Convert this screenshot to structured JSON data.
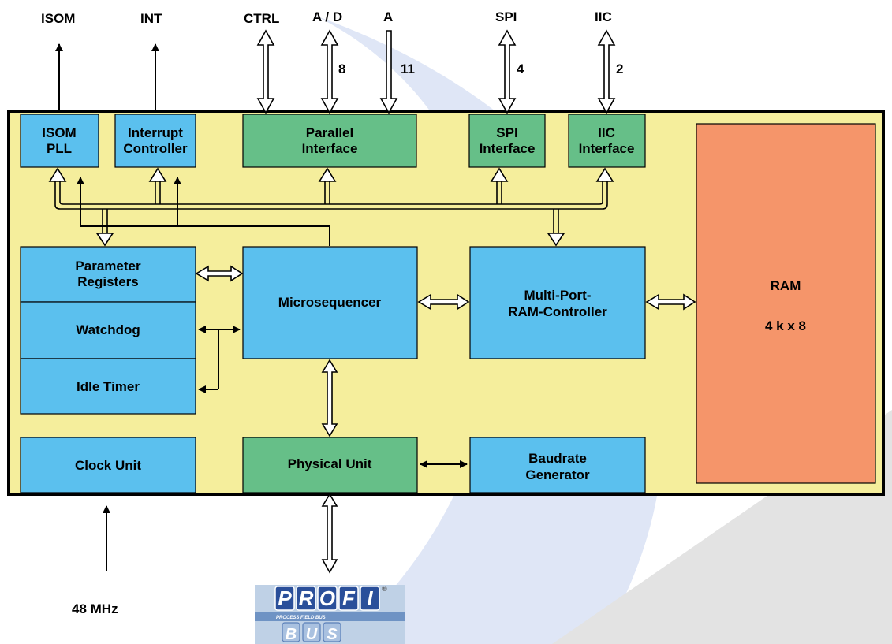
{
  "signals": {
    "isom": "ISOM",
    "int": "INT",
    "ctrl": "CTRL",
    "ad": "A / D",
    "a": "A",
    "spi": "SPI",
    "iic": "IIC",
    "clock_in": "48 MHz"
  },
  "bus_widths": {
    "ad": "8",
    "a": "11",
    "spi": "4",
    "iic": "2"
  },
  "blocks": {
    "isom_pll": [
      "ISOM",
      "PLL"
    ],
    "interrupt_controller": [
      "Interrupt",
      "Controller"
    ],
    "parallel_interface": [
      "Parallel",
      "Interface"
    ],
    "spi_interface": [
      "SPI",
      "Interface"
    ],
    "iic_interface": [
      "IIC",
      "Interface"
    ],
    "parameter_registers": [
      "Parameter",
      "Registers"
    ],
    "watchdog": "Watchdog",
    "idle_timer": "Idle Timer",
    "microsequencer": "Microsequencer",
    "multi_port_ram_controller": [
      "Multi-Port-",
      "RAM-Controller"
    ],
    "ram": "RAM",
    "ram_size": "4 k x 8",
    "clock_unit": "Clock Unit",
    "physical_unit": "Physical Unit",
    "baudrate_generator": [
      "Baudrate",
      "Generator"
    ]
  },
  "logo": {
    "top_letters": [
      "P",
      "R",
      "O",
      "F",
      "I"
    ],
    "bottom_letters": [
      "B",
      "U",
      "S"
    ],
    "tagline": "PROCESS FIELD BUS",
    "mark": "®"
  },
  "colors": {
    "chip_background": "#f5ee9c",
    "blue_block": "#5bc0ee",
    "green_block": "#66bf88",
    "ram_block": "#f5956a",
    "watermark_blue": "#dfe6f6",
    "watermark_grey": "#e3e3e3"
  }
}
